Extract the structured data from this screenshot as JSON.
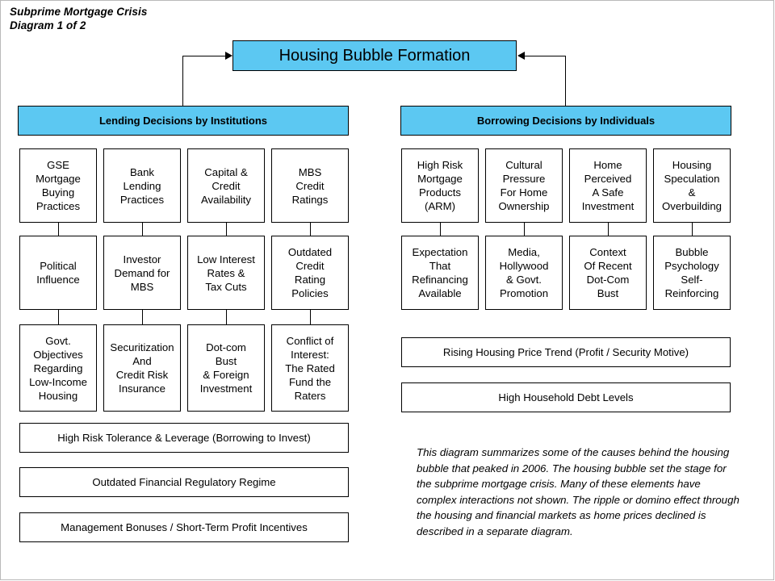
{
  "document": {
    "title_line1": "Subprime Mortgage Crisis",
    "title_line2": "Diagram 1 of 2",
    "title_block": "Subprime Mortgage Crisis\nDiagram 1 of 2"
  },
  "colors": {
    "accent_blue": "#5cc8f2",
    "box_fill": "#ffffff",
    "border": "#000000",
    "page_frame": "#b9b9b9"
  },
  "root": {
    "label": "Housing Bubble Formation"
  },
  "branches": [
    {
      "id": "lending",
      "header": "Lending Decisions by Institutions",
      "rows": [
        [
          "GSE\nMortgage\nBuying\nPractices",
          "Bank\nLending\nPractices",
          "Capital &\nCredit\nAvailability",
          "MBS\nCredit\nRatings"
        ],
        [
          "Political\nInfluence",
          "Investor\nDemand for\nMBS",
          "Low Interest\nRates &\nTax Cuts",
          "Outdated\nCredit\nRating\nPolicies"
        ],
        [
          "Govt.\nObjectives\nRegarding\nLow-Income\nHousing",
          "Securitization\nAnd\nCredit Risk\nInsurance",
          "Dot-com\nBust\n& Foreign\nInvestment",
          "Conflict of\nInterest:\nThe Rated\nFund the\nRaters"
        ]
      ],
      "wide_boxes": [
        "High Risk Tolerance & Leverage (Borrowing to Invest)",
        "Outdated Financial Regulatory Regime",
        "Management Bonuses / Short-Term Profit Incentives"
      ]
    },
    {
      "id": "borrowing",
      "header": "Borrowing Decisions by Individuals",
      "rows": [
        [
          "High Risk\nMortgage\nProducts\n(ARM)",
          "Cultural\nPressure\nFor Home\nOwnership",
          "Home\nPerceived\nA Safe\nInvestment",
          "Housing\nSpeculation\n&\nOverbuilding"
        ],
        [
          "Expectation\nThat\nRefinancing\nAvailable",
          "Media,\nHollywood\n& Govt.\nPromotion",
          "Context\nOf Recent\nDot-Com\nBust",
          "Bubble\nPsychology\nSelf-\nReinforcing"
        ]
      ],
      "wide_boxes": [
        "Rising Housing Price Trend (Profit / Security Motive)",
        "High Household Debt Levels"
      ]
    }
  ],
  "caption": "This diagram summarizes some of the causes behind the housing bubble that peaked in 2006.  The housing bubble set the stage for the subprime mortgage crisis.  Many of these elements have complex interactions not shown.  The ripple or domino effect through the housing and financial markets as home prices declined is described in a separate diagram."
}
